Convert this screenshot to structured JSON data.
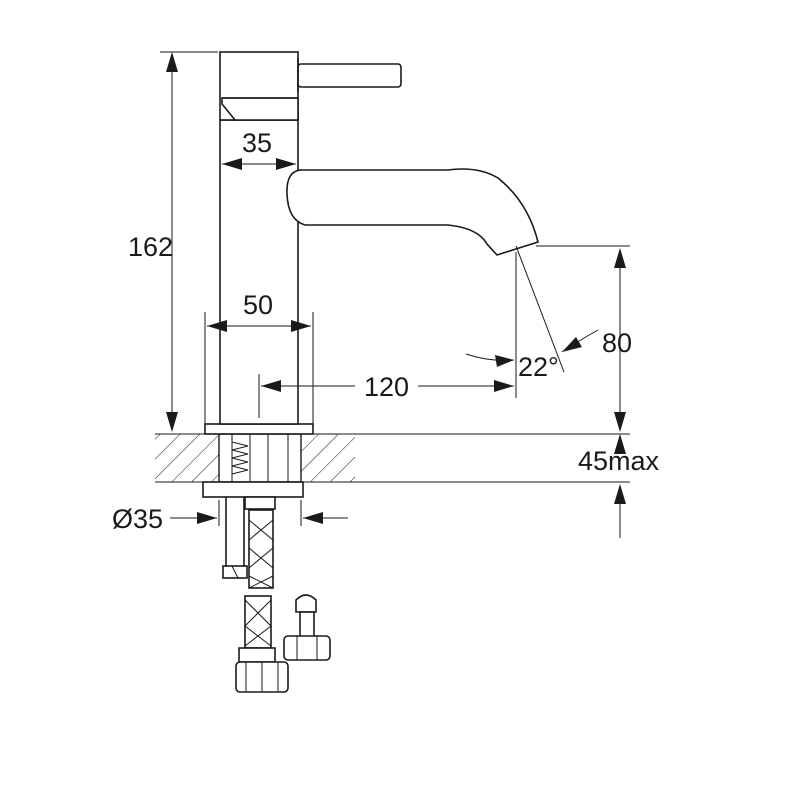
{
  "dimensions": {
    "total_height": "162",
    "body_diameter": "35",
    "base_diameter": "50",
    "spout_reach": "120",
    "spout_height": "80",
    "spout_angle": "22°",
    "counter_thickness": "45max",
    "mounting_hole": "Ø35"
  }
}
